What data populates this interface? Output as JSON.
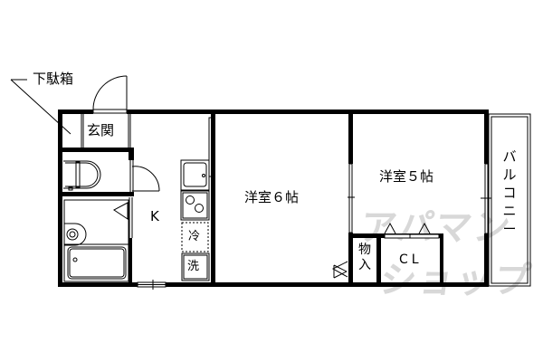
{
  "floorplan": {
    "rooms": {
      "entrance": "玄関",
      "shoe_box": "下駄箱",
      "kitchen": "K",
      "fridge": "冷",
      "washer": "洗",
      "western_room_6": "洋室６帖",
      "western_room_5": "洋室５帖",
      "storage": "物入",
      "closet": "CL",
      "balcony": "バルコニー"
    },
    "watermark": {
      "line1": "アパマン",
      "line2": "ショップ"
    },
    "colors": {
      "line": "#000000",
      "watermark": "#d8d8d8",
      "background": "#ffffff"
    }
  }
}
